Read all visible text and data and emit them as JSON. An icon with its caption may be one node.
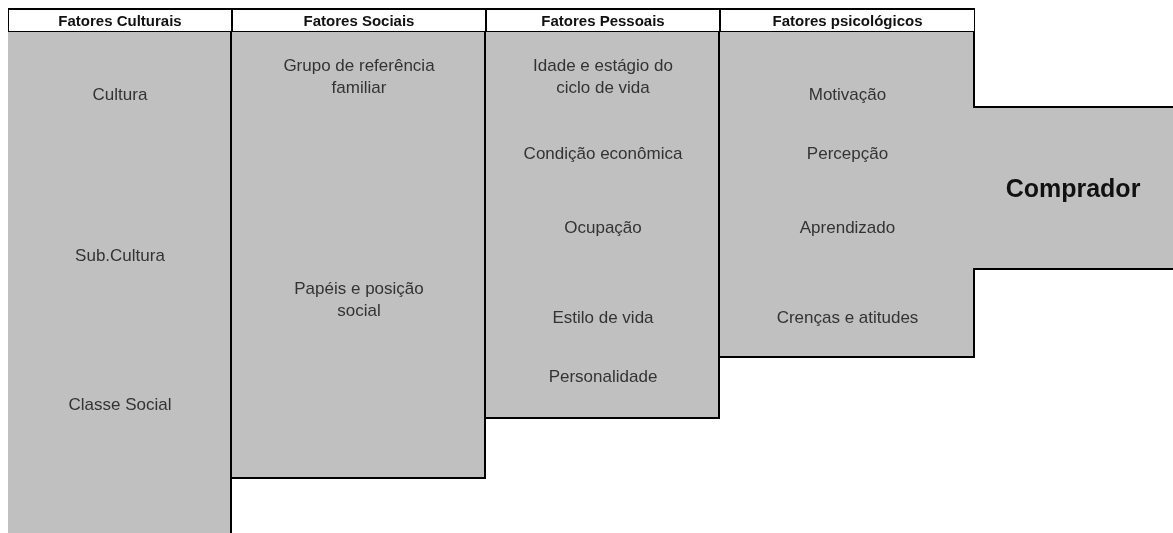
{
  "diagram": {
    "nodes": [
      {
        "text": [
          "Fatores Culturais",
          "Cultura",
          "Sub.Cultura",
          "Classe Social"
        ]
      },
      {
        "text": [
          "Fatores Sociais",
          "Grupo de referência familiar",
          "Papéis e posição social"
        ]
      },
      {
        "text": [
          "Fatores Pessoais",
          "Idade e estágio do ciclo de vida",
          "Condição econômica",
          "Ocupação",
          "Estilo de vida",
          "Personalidade"
        ]
      },
      {
        "text": [
          "Fatores psicológicos",
          "Motivação",
          "Percepção",
          "Aprendizado",
          "Crenças e atitudes"
        ]
      },
      {
        "text": [
          "Comprador"
        ]
      }
    ]
  }
}
